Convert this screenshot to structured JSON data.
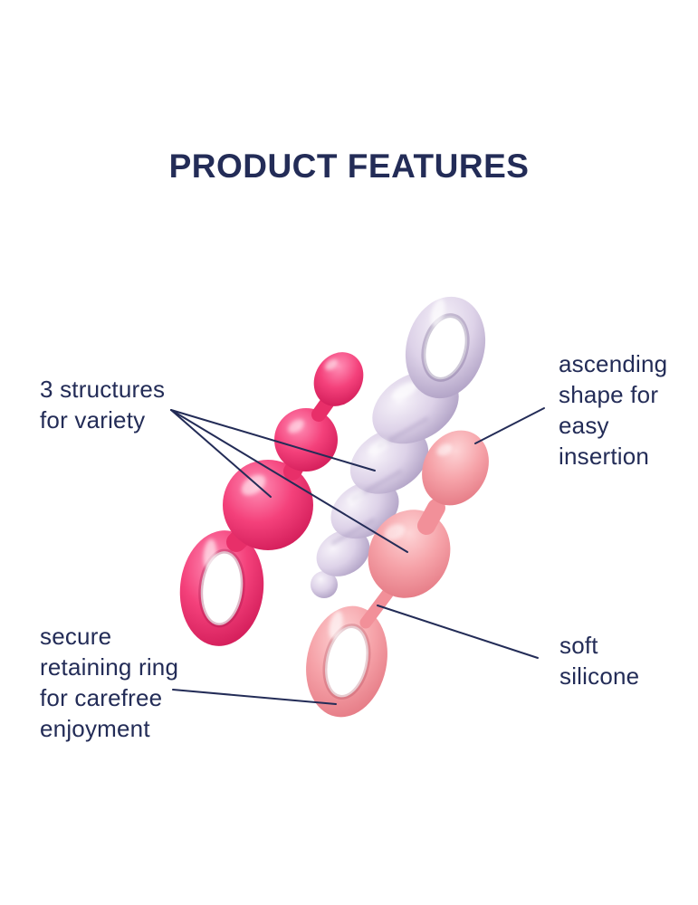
{
  "title": "PRODUCT FEATURES",
  "labels": {
    "structures": {
      "lines": [
        "3 structures",
        "for variety"
      ]
    },
    "ascending": {
      "lines": [
        "ascending",
        "shape for",
        "easy",
        "insertion"
      ]
    },
    "retaining_ring": {
      "lines": [
        "secure",
        "retaining ring",
        "for carefree",
        "enjoyment"
      ]
    },
    "soft_silicone": {
      "lines": [
        "soft",
        "silicone"
      ]
    }
  },
  "products": [
    {
      "name": "beaded plug with retaining ring",
      "color_name": "pink",
      "color": "#f4417b"
    },
    {
      "name": "twisted plug with retaining ring",
      "color_name": "lavender",
      "color": "#ddd2e8"
    },
    {
      "name": "bulb plug with retaining ring",
      "color_name": "salmon",
      "color": "#f6a3a9"
    }
  ],
  "colors": {
    "navy": "#232c57",
    "background": "#ffffff",
    "pink_light": "#ff8fb6",
    "pink_main": "#f4417b",
    "pink_dark": "#d01a57",
    "pink_neck": "#e82f69",
    "lav_light": "#f7f3fa",
    "lav_main": "#ddd2e8",
    "lav_dark": "#ac9dc2",
    "lav_neck": "#d3c8e1",
    "sal_light": "#fdd4d6",
    "sal_main": "#f6a3a9",
    "sal_dark": "#e47883",
    "sal_neck": "#f29099"
  }
}
